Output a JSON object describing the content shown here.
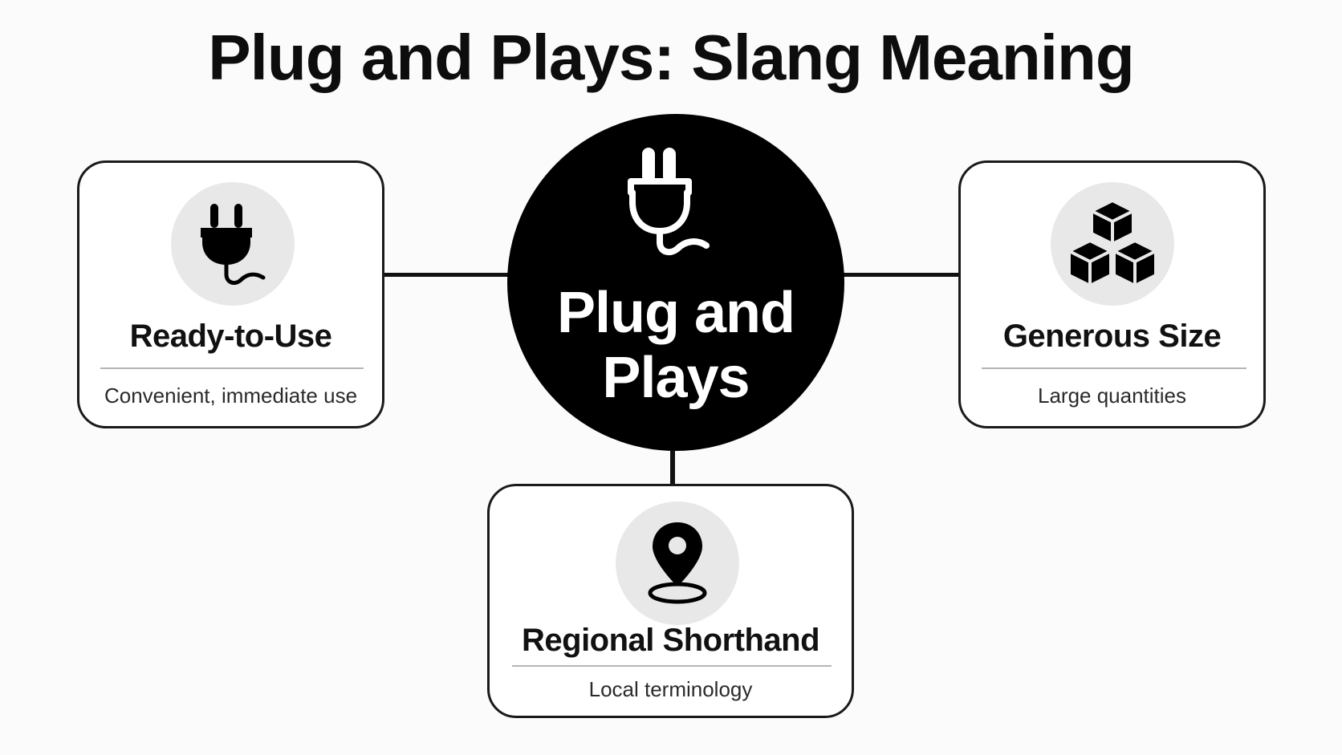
{
  "title": "Plug and Plays: Slang Meaning",
  "center": {
    "line1": "Plug and",
    "line2": "Plays",
    "icon": "plug-icon"
  },
  "cards": {
    "ready": {
      "heading": "Ready-to-Use",
      "description": "Convenient, immediate use",
      "icon": "plug-icon"
    },
    "generous": {
      "heading": "Generous Size",
      "description": "Large quantities",
      "icon": "cubes-icon"
    },
    "regional": {
      "heading": "Regional Shorthand",
      "description": "Local terminology",
      "icon": "location-pin-icon"
    }
  },
  "colors": {
    "background": "#fbfbfb",
    "center_fill": "#000000",
    "icon_circle": "#e8e8e8",
    "card_border": "#1a1a1a"
  }
}
